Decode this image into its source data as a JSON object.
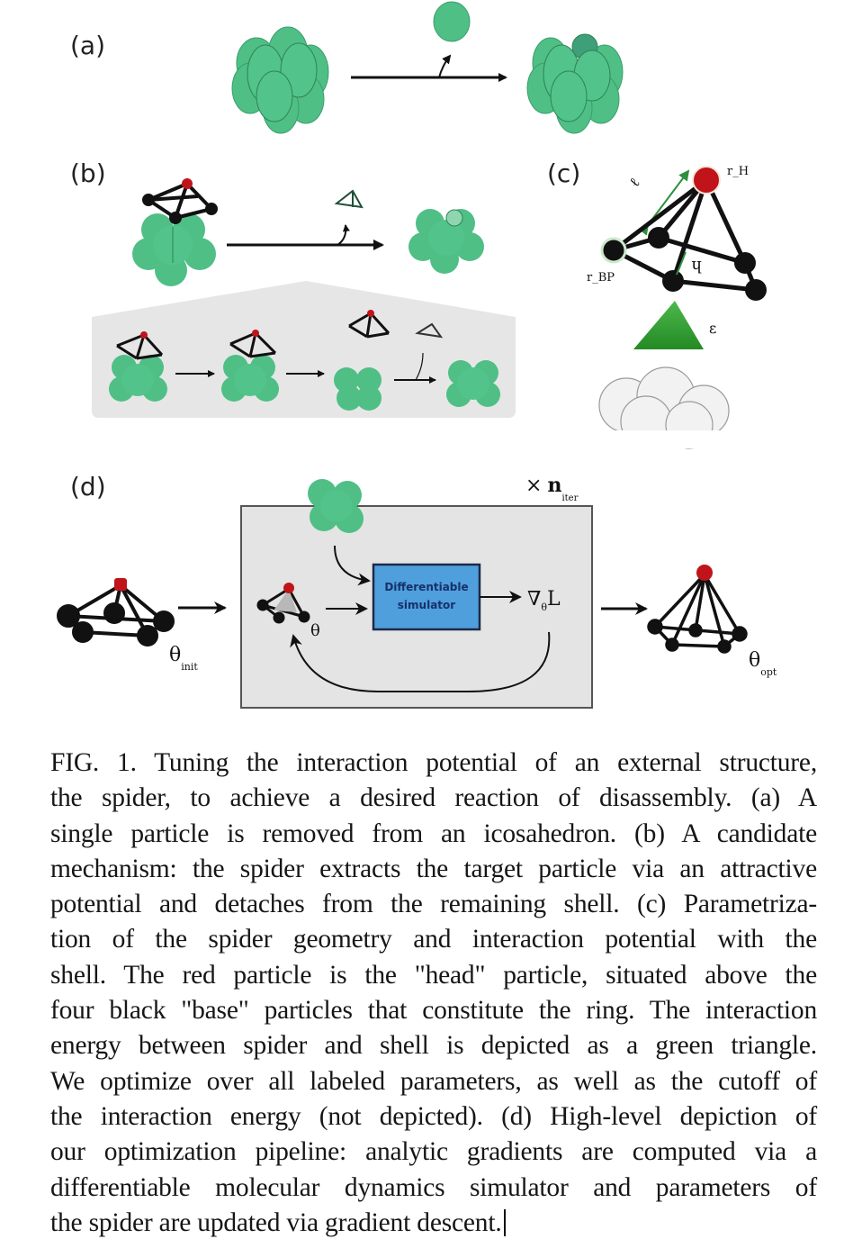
{
  "figure": {
    "panels": {
      "a": {
        "label": "(a)"
      },
      "b": {
        "label": "(b)"
      },
      "c": {
        "label": "(c)",
        "symbols": {
          "head_radius": "r_H",
          "base_radius": "r_BP",
          "length": "ℓ",
          "height": "h",
          "energy": "ε"
        }
      },
      "d": {
        "label": "(d)",
        "simulator_label_line1": "Differentiable",
        "simulator_label_line2": "simulator",
        "theta": "θ",
        "gradient": "∇θL",
        "gradient_main": "∇",
        "gradient_sub": "θ",
        "gradient_tail": "L",
        "iterations_prefix": "×",
        "iterations_symbol": "n",
        "iterations_sub": "iter",
        "theta_init": "θ",
        "theta_init_sub": "init",
        "theta_opt": "θ",
        "theta_opt_sub": "opt"
      }
    },
    "colors": {
      "shell_green": "#4fbf86",
      "shell_green_dark": "#3a9f6c",
      "head_red": "#c0141a",
      "base_black": "#111111",
      "energy_green": "#2f9a2f",
      "simulator_blue": "#4e9fdc",
      "panel_bg": "#e4e4e4"
    }
  },
  "caption": {
    "lines": [
      "FIG. 1.   Tuning the interaction potential of an external structure,",
      "the spider, to achieve a desired reaction of disassembly. (a) A",
      "single particle is removed from an icosahedron. (b) A candidate",
      "mechanism: the spider extracts the target particle via an attractive",
      "potential and detaches from the remaining shell. (c) Parametriza-",
      "tion of the spider geometry and interaction potential with the",
      "shell. The red particle is the \"head\" particle, situated above the",
      "four black \"base\" particles that constitute the ring. The interaction",
      "energy between spider and shell is depicted as a green triangle.",
      "We optimize over all labeled parameters, as well as the cutoff of",
      "the interaction energy (not depicted). (d) High-level depiction of",
      "our optimization pipeline: analytic gradients are computed via a",
      "differentiable molecular dynamics simulator and parameters of",
      "the spider are updated via gradient descent."
    ]
  }
}
